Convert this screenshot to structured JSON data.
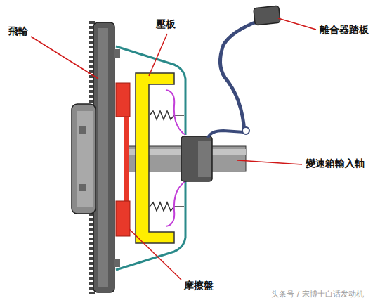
{
  "diagram": {
    "labels": [
      "飛輪",
      "壓板",
      "離合器踏板",
      "變速箱輸入軸",
      "摩擦盤",
      "头条号 / 宋博士白话发动机"
    ]
  }
}
